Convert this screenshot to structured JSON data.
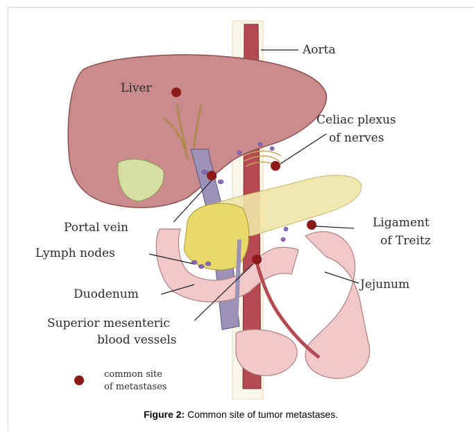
{
  "labels": {
    "aorta": "Aorta",
    "liver": "Liver",
    "celiac": "Celiac plexus",
    "celiac2": "of nerves",
    "portal": "Portal vein",
    "ligament": "Ligament",
    "ligament2": "of Treitz",
    "lymph": "Lymph nodes",
    "jejunum": "Jejunum",
    "duodenum": "Duodenum",
    "sma1": "Superior mesenteric",
    "sma2": "blood vessels"
  },
  "legend": {
    "line1": "common site",
    "line2": "of metastases",
    "dot_color": "#8b1a1a"
  },
  "caption": {
    "prefix": "Figure 2:",
    "text": " Common site of tumor metastases."
  },
  "colors": {
    "liver": "#c98b8b",
    "aorta": "#b54a52",
    "pancreas": "#f0e6a8",
    "duodenum": "#f2c9c9",
    "portal_vein": "#9c92b8",
    "marker": "#8b1a1a"
  }
}
